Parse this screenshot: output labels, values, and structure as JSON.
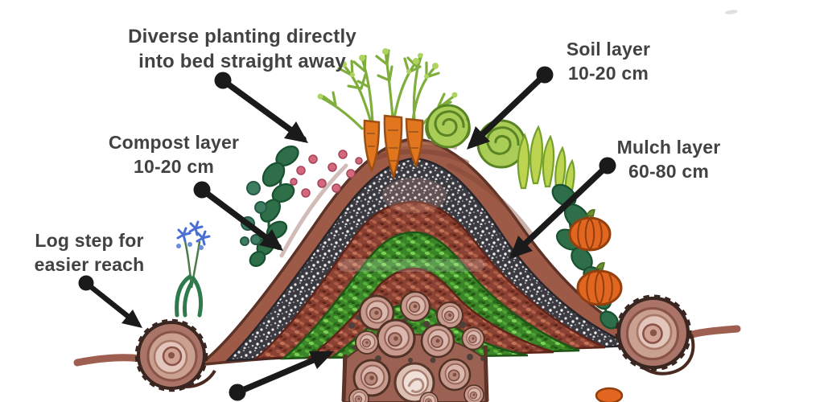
{
  "annotations": {
    "diverse_planting": {
      "line1": "Diverse planting directly",
      "line2": "into bed straight away"
    },
    "soil_layer": {
      "line1": "Soil layer",
      "line2": "10-20 cm"
    },
    "compost_layer": {
      "line1": "Compost layer",
      "line2": "10-20 cm"
    },
    "mulch_layer": {
      "line1": "Mulch layer",
      "line2": "60-80 cm"
    },
    "log_step": {
      "line1": "Log step for",
      "line2": "easier reach"
    }
  },
  "palette": {
    "background": "#ffffff",
    "label_text": "#424242",
    "arrow": "#1a1a1a",
    "soil_brown": "#9c5a47",
    "outline_brown": "#5d3328",
    "compost_speckle_dark": "#3a3a40",
    "mulch_red": "#8c4233",
    "mulch_green": "#3a8528",
    "log_pink": "#c79a8d",
    "ground_line": "#9e5f50",
    "carrot_orange": "#e2761f",
    "carrot_greens": "#7fae3d",
    "cabbage_green": "#a9cd57",
    "lettuce_green": "#bcd44f",
    "kale_dark_green": "#2e6e48",
    "pumpkin_orange": "#e2661f",
    "flower_blue": "#4a6fd4",
    "flower_pink": "#d4687d"
  },
  "icons": [
    "carrot-icon",
    "cabbage-icon",
    "lettuce-icon",
    "kale-icon",
    "broccoli-icon",
    "pumpkin-icon",
    "blue-flower-icon",
    "pink-flower-icon",
    "log-step-icon",
    "buried-logs-icon"
  ]
}
